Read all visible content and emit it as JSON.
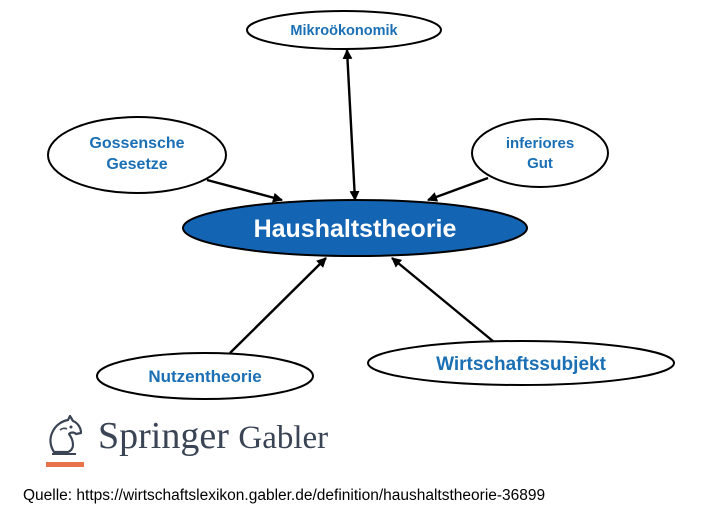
{
  "diagram": {
    "center": {
      "label": "Haushaltstheorie"
    },
    "nodes": {
      "top": "Mikroökonomik",
      "left_line1": "Gossensche",
      "left_line2": "Gesetze",
      "right_line1": "inferiores",
      "right_line2": "Gut",
      "bottom_left": "Nutzentheorie",
      "bottom_right": "Wirtschaftssubjekt"
    },
    "colors": {
      "center_fill": "#1464b4",
      "center_text": "#ffffff",
      "node_text": "#1a6fb5",
      "edge": "#000000"
    }
  },
  "logo": {
    "brand": "Springer",
    "sub_brand": "Gabler",
    "icon": "knight-horse-icon",
    "accent_color": "#e8734a"
  },
  "footer": {
    "source": "Quelle: https://wirtschaftslexikon.gabler.de/definition/haushaltstheorie-36899"
  }
}
